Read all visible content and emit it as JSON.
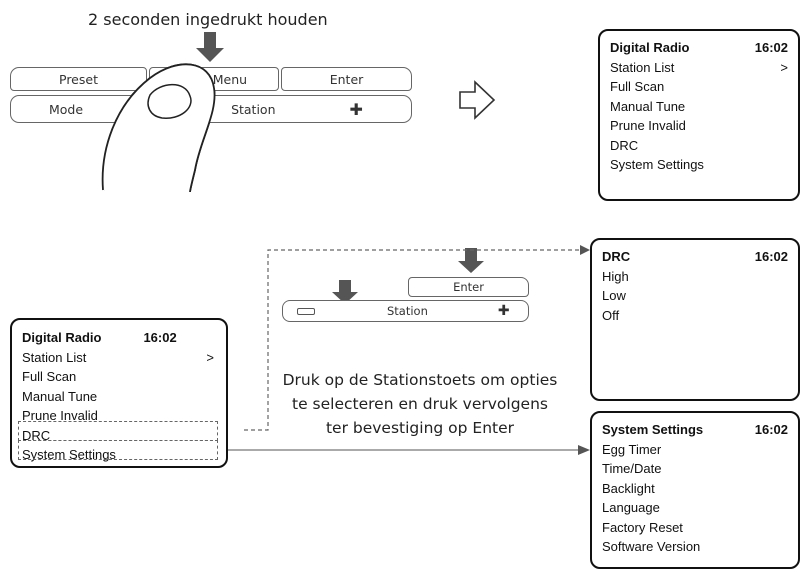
{
  "top_caption": "2 seconden ingedrukt houden",
  "instruction": {
    "line1": "Druk op de Stationstoets om opties",
    "line2": "te selecteren en druk vervolgens",
    "line3": "ter bevestiging op Enter"
  },
  "keypad_top": {
    "preset": "Preset",
    "info_menu": "Info/ Menu",
    "enter": "Enter",
    "mode": "Mode",
    "station": "Station"
  },
  "keypad_mid": {
    "enter": "Enter",
    "station": "Station"
  },
  "screen_main_top": {
    "title": "Digital Radio",
    "time": "16:02",
    "items": [
      "Station List",
      "Full Scan",
      "Manual Tune",
      "Prune Invalid",
      "DRC",
      "System Settings"
    ],
    "arrow": ">"
  },
  "screen_main_left": {
    "title": "Digital Radio",
    "time": "16:02",
    "items": [
      "Station List",
      "Full Scan",
      "Manual Tune",
      "Prune Invalid",
      "DRC",
      "System Settings"
    ],
    "arrow": ">"
  },
  "screen_drc": {
    "title": "DRC",
    "time": "16:02",
    "items": [
      "High",
      "Low",
      "Off"
    ]
  },
  "screen_system": {
    "title": "System Settings",
    "time": "16:02",
    "items": [
      "Egg Timer",
      "Time/Date",
      "Backlight",
      "Language",
      "Factory Reset",
      "Software Version"
    ]
  }
}
